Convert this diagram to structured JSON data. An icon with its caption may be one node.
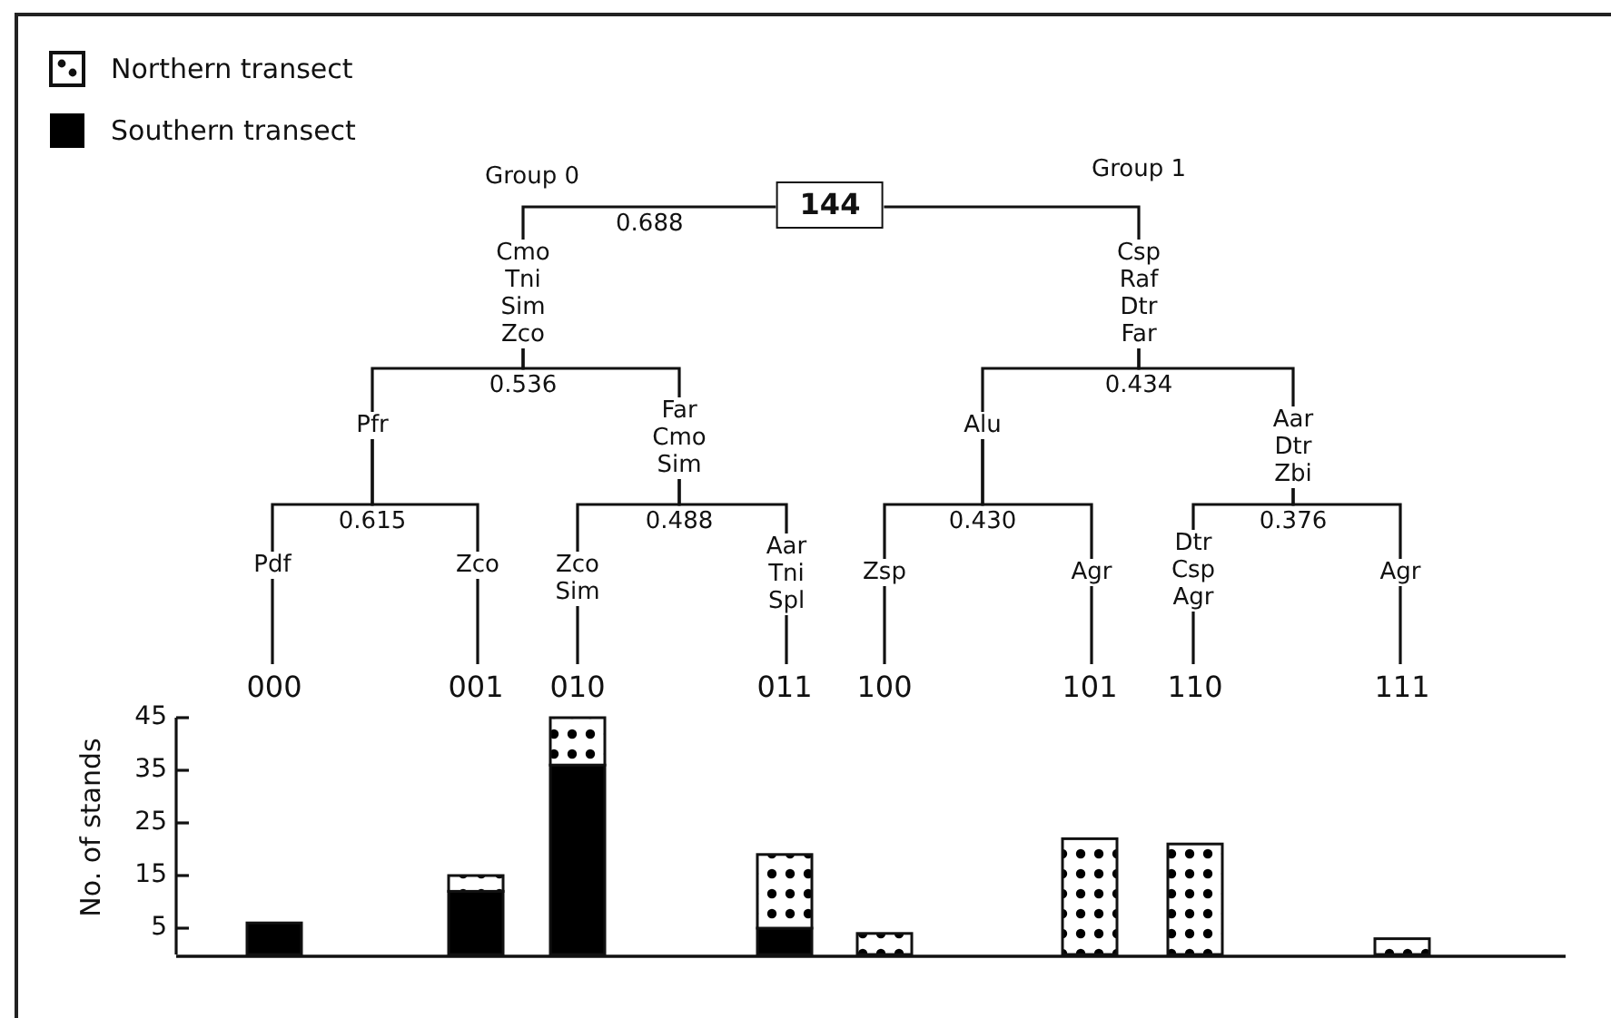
{
  "diagram": {
    "nodes": [
      {
        "text": [
          "144"
        ]
      },
      {
        "text": [
          "Cmo Tni Sim Zco"
        ],
        "beside": [
          "Group 0"
        ]
      },
      {
        "text": [
          "Csp Raf Dtr Far"
        ],
        "beside": [
          "Group 1"
        ]
      },
      {
        "text": [
          "Pfr"
        ]
      },
      {
        "text": [
          "Far Cmo Sim"
        ]
      },
      {
        "text": [
          "Alu"
        ]
      },
      {
        "text": [
          "Aar Dtr Zbi"
        ]
      },
      {
        "text": [
          "Pdf"
        ]
      },
      {
        "text": [
          "Zco"
        ]
      },
      {
        "text": [
          "Zco Sim"
        ]
      },
      {
        "text": [
          "Aar Tni Spl"
        ]
      },
      {
        "text": [
          "Zsp"
        ]
      },
      {
        "text": [
          "Agr"
        ]
      },
      {
        "text": [
          "Dtr Csp Agr"
        ]
      },
      {
        "text": [
          "Agr"
        ]
      }
    ],
    "edges": [
      {
        "from": 0,
        "to": 1,
        "arrow": "none",
        "label": "0.688"
      },
      {
        "from": 0,
        "to": 2,
        "arrow": "none"
      },
      {
        "from": 1,
        "to": 3,
        "arrow": "none",
        "label": "0.536"
      },
      {
        "from": 1,
        "to": 4,
        "arrow": "none"
      },
      {
        "from": 2,
        "to": 5,
        "arrow": "none",
        "label": "0.434"
      },
      {
        "from": 2,
        "to": 6,
        "arrow": "none"
      },
      {
        "from": 3,
        "to": 7,
        "arrow": "none",
        "label": "0.615"
      },
      {
        "from": 3,
        "to": 8,
        "arrow": "none"
      },
      {
        "from": 4,
        "to": 9,
        "arrow": "none",
        "label": "0.488"
      },
      {
        "from": 4,
        "to": 10,
        "arrow": "none"
      },
      {
        "from": 5,
        "to": 11,
        "arrow": "none",
        "label": "0.430"
      },
      {
        "from": 5,
        "to": 12,
        "arrow": "none"
      },
      {
        "from": 6,
        "to": 13,
        "arrow": "none",
        "label": "0.376"
      },
      {
        "from": 6,
        "to": 14,
        "arrow": "none"
      },
      {
        "from": 7,
        "to": null,
        "arrow": "none"
      },
      {
        "from": 8,
        "to": null,
        "arrow": "none"
      },
      {
        "from": 9,
        "to": null,
        "arrow": "none"
      },
      {
        "from": 10,
        "to": null,
        "arrow": "none"
      },
      {
        "from": 11,
        "to": null,
        "arrow": "none"
      },
      {
        "from": 12,
        "to": null,
        "arrow": "none"
      },
      {
        "from": 13,
        "to": null,
        "arrow": "none"
      },
      {
        "from": 14,
        "to": null,
        "arrow": "none"
      }
    ],
    "legend": [
      {
        "text": "Northern transect"
      },
      {
        "text": "Southern transect",
        "color": "#000000"
      }
    ],
    "chart_data": {
      "type": "bar",
      "stacked": true,
      "ylabel": "No. of stands",
      "categories": [
        "000",
        "001",
        "010",
        "011",
        "100",
        "101",
        "110",
        "111"
      ],
      "series": [
        {
          "color": "#000000",
          "values": [
            6,
            12,
            36,
            5,
            null,
            null,
            null,
            null
          ]
        },
        {
          "values": [
            null,
            3,
            9,
            14,
            4,
            22,
            21,
            3
          ]
        }
      ],
      "ylim": [
        0,
        45
      ],
      "yticks": [
        5,
        15,
        25,
        35,
        45
      ]
    }
  }
}
